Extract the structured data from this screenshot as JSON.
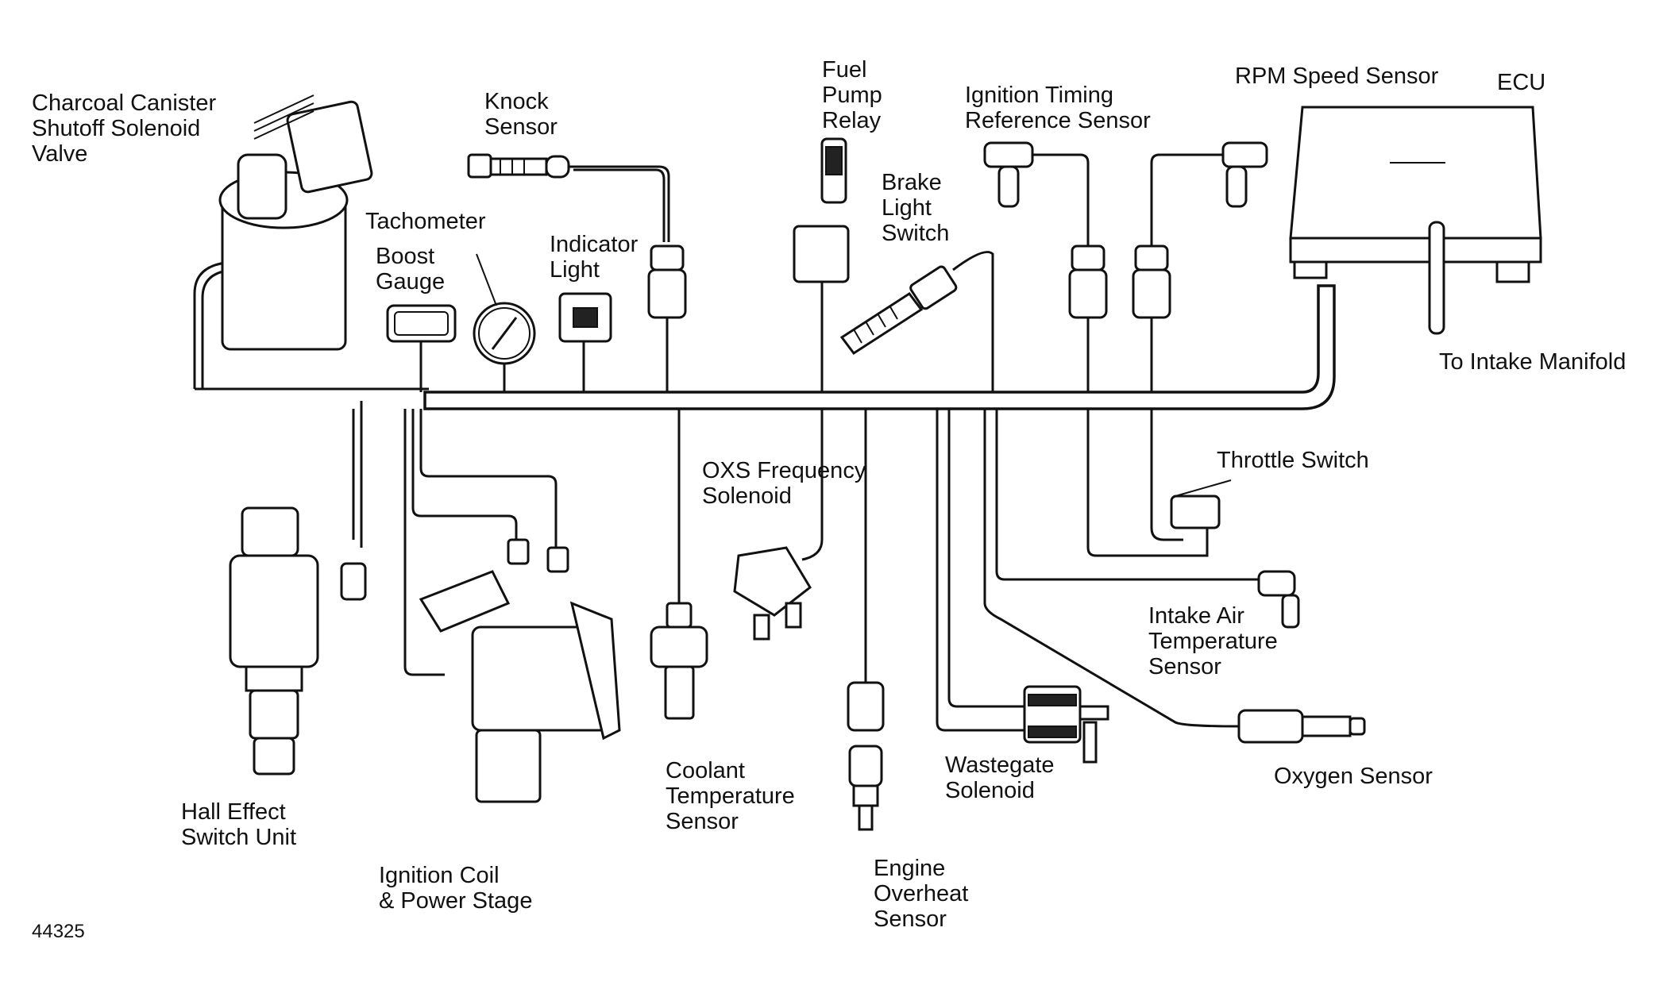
{
  "figure_number": "44325",
  "labels": {
    "charcoal_canister": [
      "Charcoal Canister",
      "Shutoff Solenoid",
      "Valve"
    ],
    "knock_sensor": [
      "Knock",
      "Sensor"
    ],
    "fuel_pump_relay": [
      "Fuel",
      "Pump",
      "Relay"
    ],
    "ignition_timing": [
      "Ignition Timing",
      "Reference Sensor"
    ],
    "rpm_speed_sensor": [
      "RPM Speed Sensor"
    ],
    "ecu": [
      "ECU"
    ],
    "tachometer": [
      "Tachometer"
    ],
    "boost_gauge": [
      "Boost",
      "Gauge"
    ],
    "indicator_light": [
      "Indicator",
      "Light"
    ],
    "brake_light_switch": [
      "Brake",
      "Light",
      "Switch"
    ],
    "to_intake_manifold": [
      "To Intake Manifold"
    ],
    "throttle_switch": [
      "Throttle Switch"
    ],
    "oxs_frequency_solenoid": [
      "OXS Frequency",
      "Solenoid"
    ],
    "intake_air_temp": [
      "Intake Air",
      "Temperature",
      "Sensor"
    ],
    "hall_effect": [
      "Hall Effect",
      "Switch Unit"
    ],
    "coolant_temp": [
      "Coolant",
      "Temperature",
      "Sensor"
    ],
    "wastegate": [
      "Wastegate",
      "Solenoid"
    ],
    "oxygen_sensor": [
      "Oxygen Sensor"
    ],
    "ignition_coil": [
      "Ignition Coil",
      "& Power Stage"
    ],
    "engine_overheat": [
      "Engine",
      "Overheat",
      "Sensor"
    ]
  }
}
